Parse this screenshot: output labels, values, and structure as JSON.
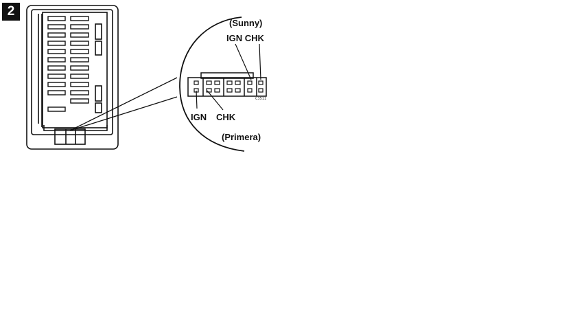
{
  "figure": {
    "step_number": "2",
    "colors": {
      "ink": "#111111",
      "background": "#ffffff"
    },
    "labels": {
      "sunny": "(Sunny)",
      "ign_chk_top": "IGN CHK",
      "ign": "IGN",
      "chk": "CHK",
      "primera": "(Primera)",
      "part_code": "C3511"
    }
  }
}
